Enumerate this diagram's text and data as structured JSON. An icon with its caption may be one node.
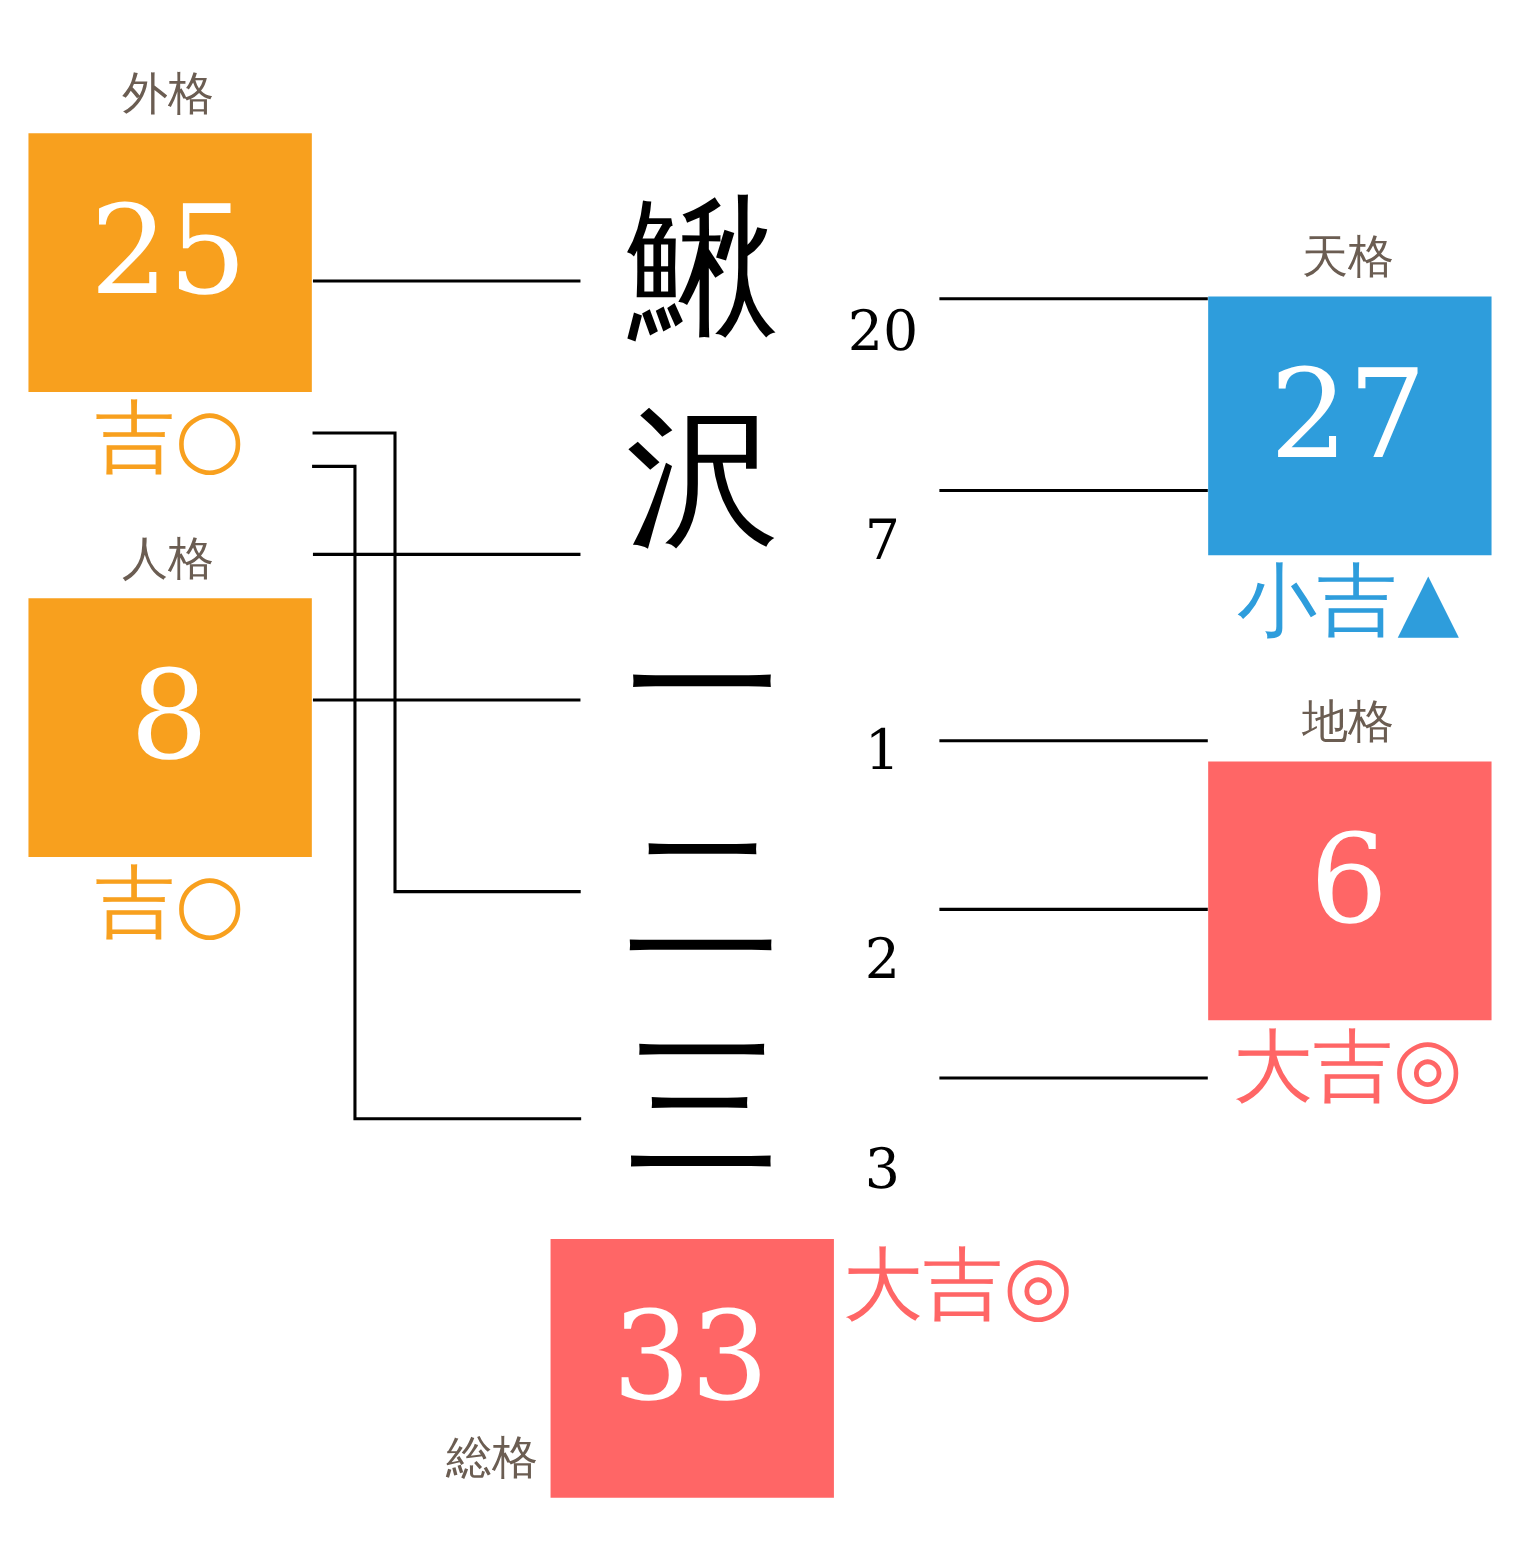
{
  "diagram": {
    "nodes": [
      {
        "text": [
          "外格",
          "25"
        ],
        "beside": [
          "吉○"
        ]
      },
      {
        "text": [
          "鰍"
        ],
        "beside": [
          "20"
        ]
      },
      {
        "text": [
          "天格",
          "27"
        ],
        "beside": [
          "小吉▲"
        ]
      },
      {
        "text": [
          "沢"
        ],
        "beside": [
          "7"
        ]
      },
      {
        "text": [
          "人格",
          "8"
        ],
        "beside": [
          "吉○"
        ]
      },
      {
        "text": [
          "一"
        ],
        "beside": [
          "1"
        ]
      },
      {
        "text": [
          "地格",
          "6"
        ],
        "beside": [
          "大吉◎"
        ]
      },
      {
        "text": [
          "二"
        ],
        "beside": [
          "2"
        ]
      },
      {
        "text": [
          "三"
        ],
        "beside": [
          "3"
        ]
      },
      {
        "text": [
          "総格",
          "33"
        ],
        "beside": [
          "大吉◎"
        ]
      }
    ],
    "edges": [
      {
        "from": 0,
        "to": 1,
        "arrow": "none"
      },
      {
        "from": 0,
        "to": 7,
        "arrow": "none"
      },
      {
        "from": 0,
        "to": 8,
        "arrow": "none"
      },
      {
        "from": 1,
        "to": 2,
        "arrow": "none"
      },
      {
        "from": 3,
        "to": 2,
        "arrow": "none"
      },
      {
        "from": 4,
        "to": 3,
        "arrow": "none"
      },
      {
        "from": 4,
        "to": 5,
        "arrow": "none"
      },
      {
        "from": 5,
        "to": 6,
        "arrow": "none"
      },
      {
        "from": 7,
        "to": 6,
        "arrow": "none"
      },
      {
        "from": 8,
        "to": 6,
        "arrow": "none"
      }
    ]
  }
}
